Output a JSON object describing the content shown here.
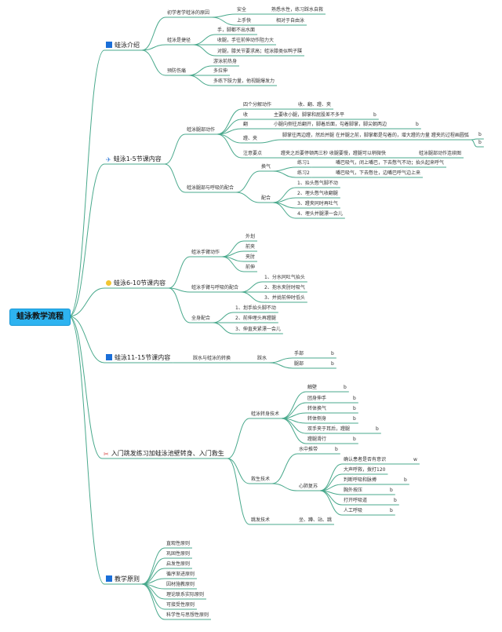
{
  "root": "蛙泳教学流程",
  "colors": {
    "root_fill": "#2eb3f0",
    "line": "#49a98c"
  },
  "branches": [
    {
      "label": "蛙泳介绍",
      "icon": "flag-icon",
      "children": [
        {
          "label": "初学者学蛙泳的原因",
          "children": [
            {
              "label": "安全",
              "children": [
                {
                  "label": "熟悉水性，练习踩水自救"
                }
              ]
            },
            {
              "label": "上手快",
              "children": [
                {
                  "label": "相对于自由泳"
                }
              ]
            }
          ]
        },
        {
          "label": "蛙泳是捷径",
          "children": [
            {
              "label": "手，脚都不出水面"
            },
            {
              "label": "收腿，手往前伸动作阻力大"
            },
            {
              "label": "对腿，膝关节要求高；蛙泳膝类似鸭子蹼"
            }
          ]
        },
        {
          "label": "预防伤痛",
          "children": [
            {
              "label": "游泳前热身"
            },
            {
              "label": "多拉伸"
            },
            {
              "label": "多练下肢力量，他视腿爆发力"
            }
          ]
        }
      ]
    },
    {
      "label": "蛙泳1-5节课内容",
      "icon": "paper-plane-icon",
      "children": [
        {
          "label": "蛙泳腿部动作",
          "children": [
            {
              "label": "四个分解动作",
              "children": [
                {
                  "label": "收、翻、蹬、夹"
                }
              ]
            },
            {
              "label": "收",
              "children": [
                {
                  "label": "主要收小腿，脚掌和屁股差不多平",
                  "children": [
                    {
                      "label": "b"
                    }
                  ]
                }
              ]
            },
            {
              "label": "翻",
              "children": [
                {
                  "label": "小腿向侧往后翻开，脚着后面，勾着脚掌，脚尖朝两边",
                  "children": [
                    {
                      "label": "b"
                    }
                  ]
                }
              ]
            },
            {
              "label": "蹬、夹",
              "children": [
                {
                  "label": "脚掌往两边蹬，然后并腿 在并腿之前，脚掌都是勾着的，增大蹬的力量 蹬夹的过程画圆弧",
                  "children": [
                    {
                      "label": "b"
                    },
                    {
                      "label": "b"
                    }
                  ]
                }
              ]
            },
            {
              "label": "注意要点",
              "children": [
                {
                  "label": "蹬夹之后要停顿两三秒 收腿要慢，蹬腿可以稍微快",
                  "children": [
                    {
                      "label": "蛙泳腿部动作连续图"
                    }
                  ]
                }
              ]
            }
          ]
        },
        {
          "label": "蛙泳腿部与呼吸的配合",
          "children": [
            {
              "label": "换气",
              "children": [
                {
                  "label": "练习1",
                  "children": [
                    {
                      "label": "嘴巴吸气，闭上嘴巴，下去憋气不动；抬头起来呼气"
                    }
                  ]
                },
                {
                  "label": "练习2",
                  "children": [
                    {
                      "label": "嘴巴吸气，下去憋住，边嘴巴呼气边上来"
                    }
                  ]
                }
              ]
            },
            {
              "label": "配合",
              "children": [
                {
                  "label": "1、抬头憋气脚不动"
                },
                {
                  "label": "2、埋头憋气收翻腿"
                },
                {
                  "label": "3、蹬夹同时再吐气"
                },
                {
                  "label": "4、埋头并腿漂一会儿"
                }
              ]
            }
          ]
        }
      ]
    },
    {
      "label": "蛙泳6-10节课内容",
      "icon": "lightbulb-icon",
      "children": [
        {
          "label": "蛙泳手臂动作",
          "children": [
            {
              "label": "外划"
            },
            {
              "label": "前夹"
            },
            {
              "label": "夹肘"
            },
            {
              "label": "前伸"
            }
          ]
        },
        {
          "label": "蛙泳手臂与呼吸的配合",
          "children": [
            {
              "label": "1、分水同吐气抬头"
            },
            {
              "label": "2、抱水夹肘时吸气"
            },
            {
              "label": "3、并拢前伸时低头"
            }
          ]
        },
        {
          "label": "全身配合",
          "children": [
            {
              "label": "1、划手抬头脚不动"
            },
            {
              "label": "2、前伸埋头再蹬腿"
            },
            {
              "label": "3、伸直夹紧漂一会儿"
            }
          ]
        }
      ]
    },
    {
      "label": "蛙泳11-15节课内容",
      "icon": "flag-icon",
      "children": [
        {
          "label": "踩水与蛙泳的转换",
          "children": [
            {
              "label": "踩水",
              "children": [
                {
                  "label": "手部",
                  "children": [
                    {
                      "label": "b"
                    }
                  ]
                },
                {
                  "label": "腿部",
                  "children": [
                    {
                      "label": "b"
                    }
                  ]
                }
              ]
            }
          ]
        }
      ]
    },
    {
      "label": "入门跳发练习加蛙泳池壁转身、入门救生",
      "icon": "tools-icon",
      "children": [
        {
          "label": "蛙泳转身技术",
          "children": [
            {
              "label": "触壁",
              "children": [
                {
                  "label": "b"
                }
              ]
            },
            {
              "label": "团身伸手",
              "children": [
                {
                  "label": "b"
                }
              ]
            },
            {
              "label": "转体换气",
              "children": [
                {
                  "label": "b"
                }
              ]
            },
            {
              "label": "转体侧身",
              "children": [
                {
                  "label": "b"
                }
              ]
            },
            {
              "label": "双手夹于耳后，蹬腿",
              "children": [
                {
                  "label": "b"
                }
              ]
            },
            {
              "label": "蹬腿滑行",
              "children": [
                {
                  "label": "b"
                }
              ]
            }
          ]
        },
        {
          "label": "救生技术",
          "children": [
            {
              "label": "水中推带",
              "children": [
                {
                  "label": "b"
                }
              ]
            },
            {
              "label": "心肺复苏",
              "children": [
                {
                  "label": "确认患者是否有意识",
                  "children": [
                    {
                      "label": "w"
                    }
                  ]
                },
                {
                  "label": "大声呼救，拨打120"
                },
                {
                  "label": "判断呼吸和脉搏",
                  "children": [
                    {
                      "label": "b"
                    }
                  ]
                },
                {
                  "label": "胸外按压",
                  "children": [
                    {
                      "label": "b"
                    }
                  ]
                },
                {
                  "label": "打开呼吸道",
                  "children": [
                    {
                      "label": "b"
                    }
                  ]
                },
                {
                  "label": "人工呼吸",
                  "children": [
                    {
                      "label": "b"
                    }
                  ]
                }
              ]
            }
          ]
        },
        {
          "label": "跳发技术",
          "children": [
            {
              "label": "坐、蹲、站、跳"
            }
          ]
        }
      ]
    },
    {
      "label": "教学原则",
      "icon": "flag-icon",
      "children": [
        {
          "label": "直观性原则"
        },
        {
          "label": "巩固性原则"
        },
        {
          "label": "启发性原则"
        },
        {
          "label": "循序渐进原则"
        },
        {
          "label": "因材施教原则"
        },
        {
          "label": "理论联系实际原则"
        },
        {
          "label": "可接受性原则"
        },
        {
          "label": "科学性与思想性原则"
        }
      ]
    }
  ]
}
